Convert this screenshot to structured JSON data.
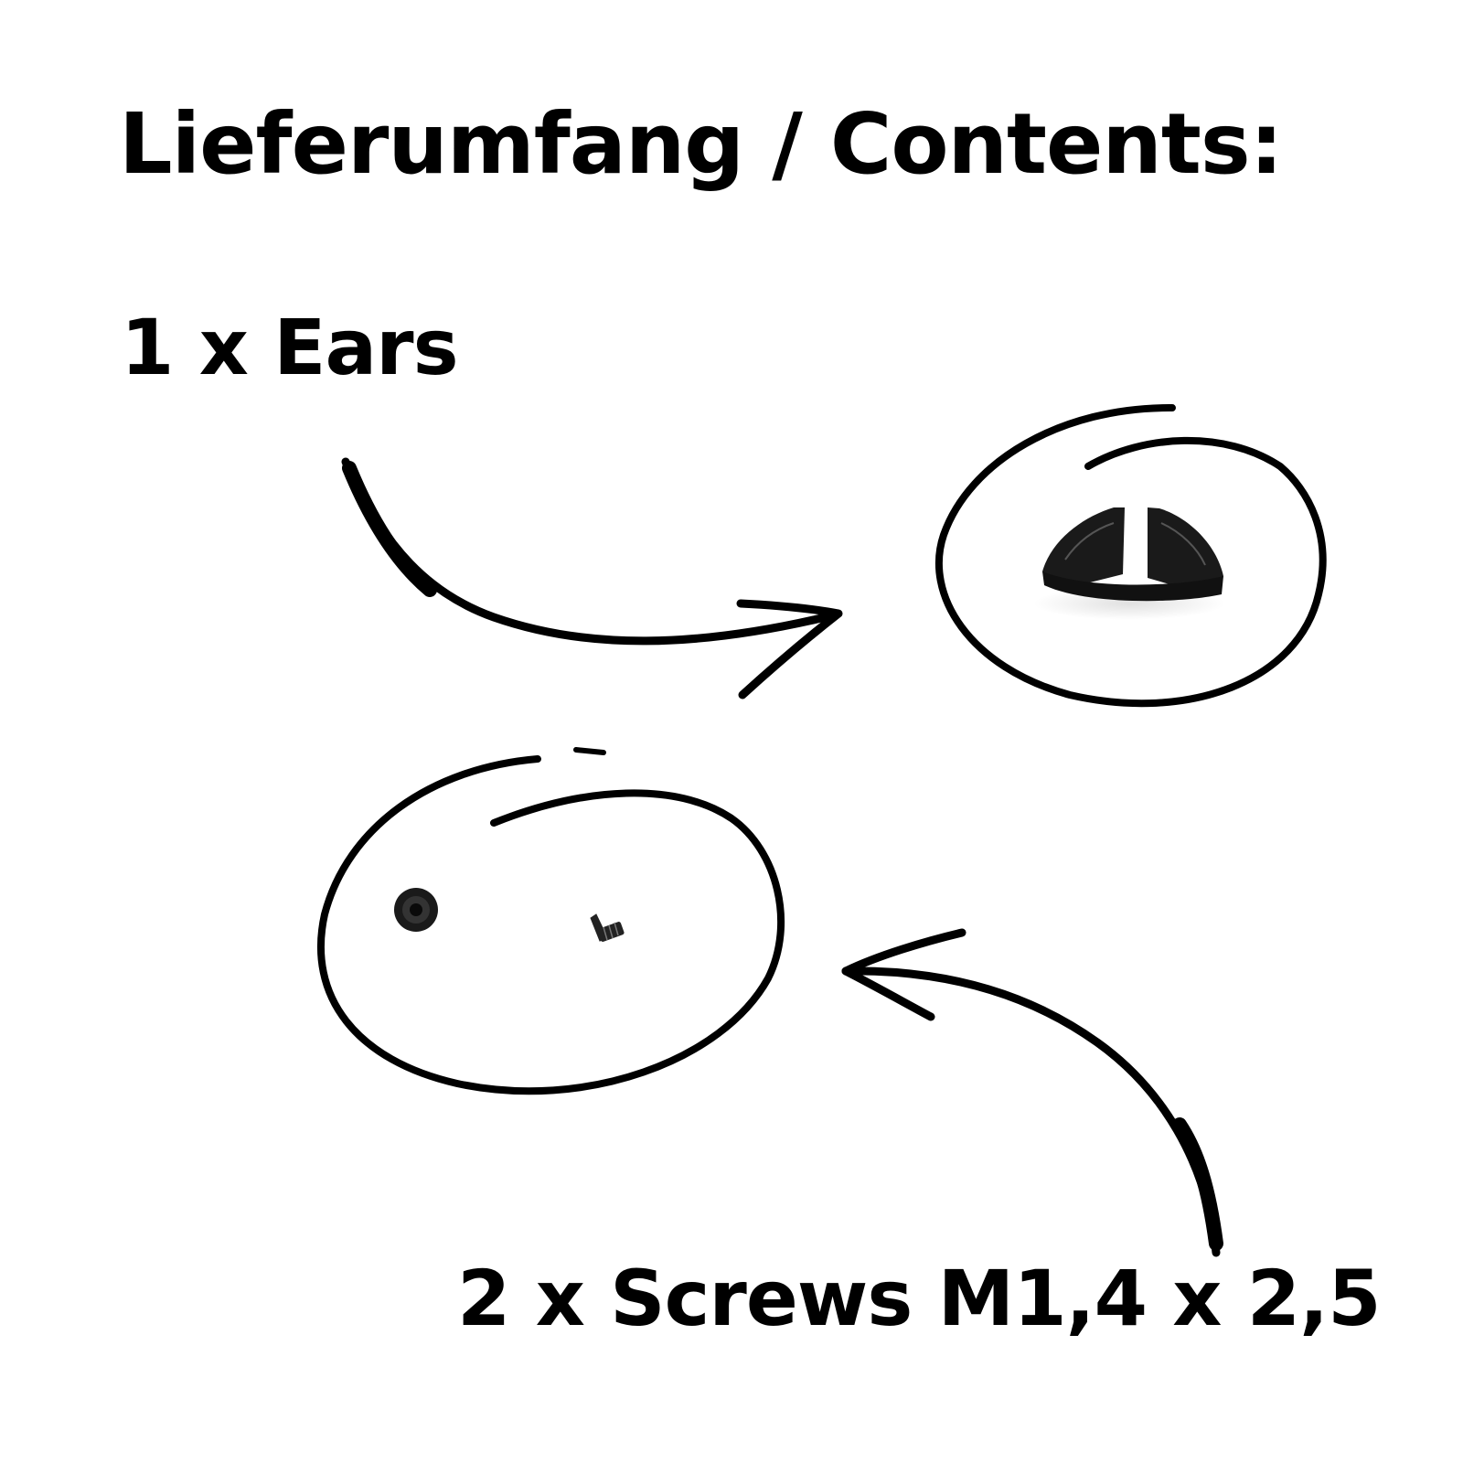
{
  "title": "Lieferumfang / Contents:",
  "items": [
    {
      "label": "1 x Ears"
    },
    {
      "label": "2 x Screws M1,4 x 2,5"
    }
  ],
  "colors": {
    "background": "#ffffff",
    "ink": "#000000",
    "part": "#1a1a1a"
  }
}
